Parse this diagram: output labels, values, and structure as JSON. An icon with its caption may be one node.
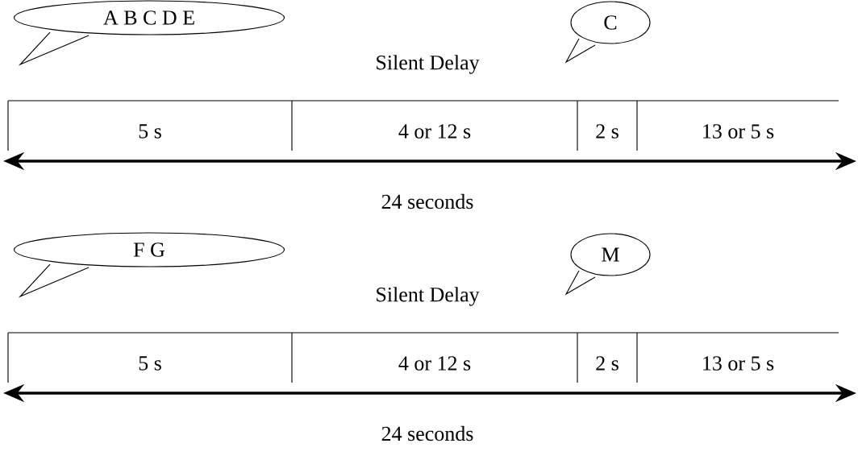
{
  "diagram": {
    "nodes": [
      {
        "text": [
          "A B C D E"
        ]
      },
      {
        "text": [
          "C"
        ]
      },
      {
        "text": [
          "F G"
        ]
      },
      {
        "text": [
          "M"
        ]
      }
    ],
    "labels": [
      "Silent Delay",
      "5 s",
      "4 or 12 s",
      "2 s",
      "13 or 5 s",
      "24 seconds",
      "Silent Delay",
      "5 s",
      "4 or 12 s",
      "2 s",
      "13 or 5 s",
      "24 seconds"
    ]
  }
}
